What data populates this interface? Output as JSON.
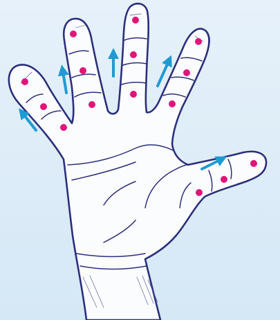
{
  "illustration": {
    "subject": "open-hand",
    "background": "#dcecf8",
    "outline_color": "#2b2f7a",
    "marker_color": "#e0157a",
    "arrow_color": "#1f9bd3"
  },
  "markers": [
    {
      "digit": "little-finger",
      "count": 3
    },
    {
      "digit": "ring-finger",
      "count": 3
    },
    {
      "digit": "middle-finger",
      "count": 3
    },
    {
      "digit": "index-finger",
      "count": 3
    },
    {
      "digit": "thumb",
      "count": 3
    }
  ],
  "arrows": [
    {
      "digit": "little-finger",
      "direction": "up-left"
    },
    {
      "digit": "ring-finger",
      "direction": "up"
    },
    {
      "digit": "middle-finger",
      "direction": "up"
    },
    {
      "digit": "index-finger",
      "direction": "up-right"
    },
    {
      "digit": "thumb",
      "direction": "right"
    }
  ]
}
